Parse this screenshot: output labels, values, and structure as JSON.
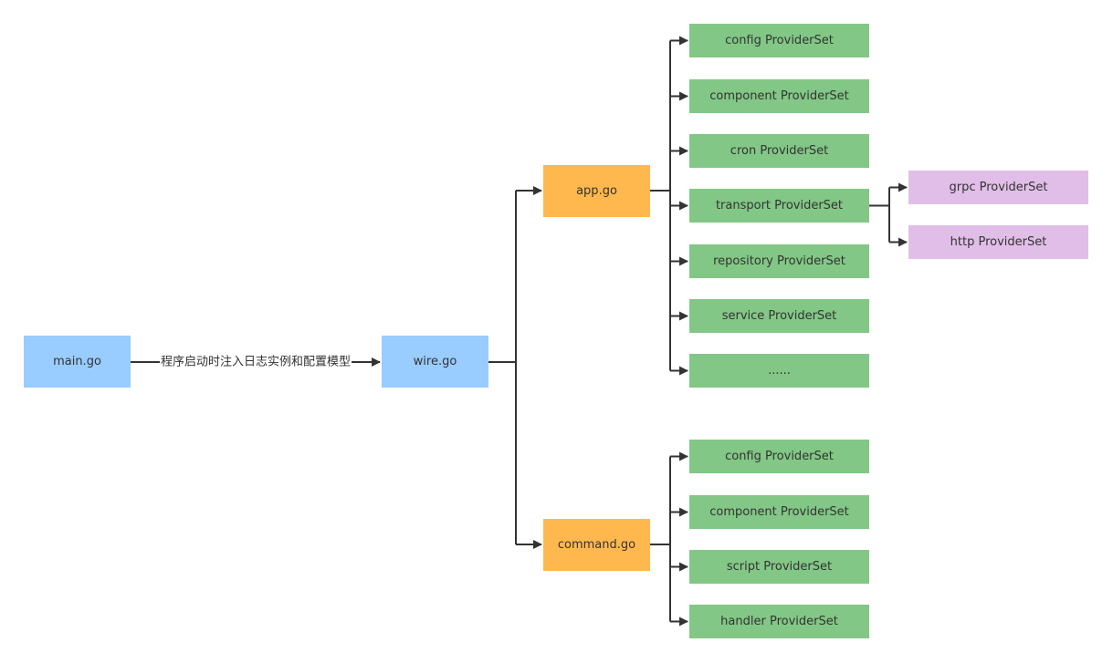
{
  "colors": {
    "blue": "#99ccff",
    "orange": "#ffb84d",
    "green": "#82c785",
    "purple": "#e1bee7",
    "line": "#333333",
    "text": "#333333"
  },
  "main": {
    "label": "main.go",
    "color": "blue"
  },
  "main_edge_label": "程序启动时注入日志实例和配置模型",
  "wire": {
    "label": "wire.go",
    "color": "blue"
  },
  "app": {
    "label": "app.go",
    "color": "orange"
  },
  "command": {
    "label": "command.go",
    "color": "orange"
  },
  "app_children": [
    {
      "label": "config ProviderSet",
      "color": "green"
    },
    {
      "label": "component ProviderSet",
      "color": "green"
    },
    {
      "label": "cron ProviderSet",
      "color": "green"
    },
    {
      "label": "transport ProviderSet",
      "color": "green"
    },
    {
      "label": "repository ProviderSet",
      "color": "green"
    },
    {
      "label": "service ProviderSet",
      "color": "green"
    },
    {
      "label": "......",
      "color": "green"
    }
  ],
  "transport_children": [
    {
      "label": "grpc ProviderSet",
      "color": "purple"
    },
    {
      "label": "http ProviderSet",
      "color": "purple"
    }
  ],
  "command_children": [
    {
      "label": "config ProviderSet",
      "color": "green"
    },
    {
      "label": "component ProviderSet",
      "color": "green"
    },
    {
      "label": "script ProviderSet",
      "color": "green"
    },
    {
      "label": "handler ProviderSet",
      "color": "green"
    }
  ]
}
